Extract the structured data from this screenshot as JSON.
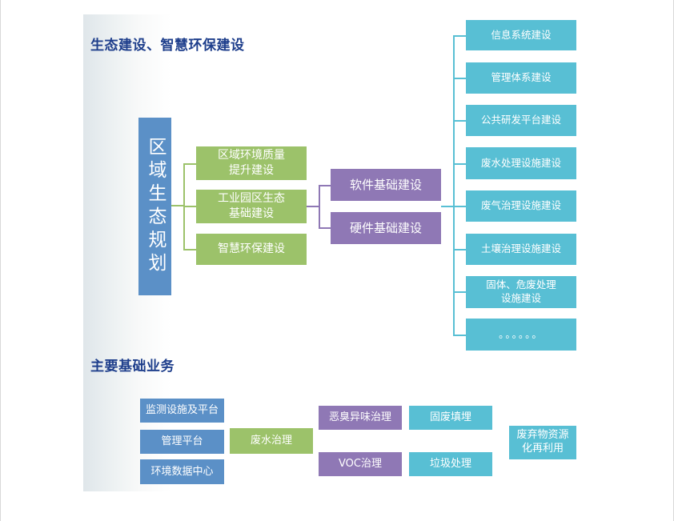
{
  "colors": {
    "title": "#1f3f8c",
    "blue": "#5b90c7",
    "green": "#9cc26a",
    "purple": "#8f78b5",
    "cyan": "#58bfd4"
  },
  "section1": {
    "title": "生态建设、智慧环保建设",
    "core": "区域生态规划",
    "green_items": [
      "区域环境质量\n提升建设",
      "工业园区生态\n基础建设",
      "智慧环保建设"
    ],
    "purple_items": [
      "软件基础建设",
      "硬件基础建设"
    ],
    "cyan_items": [
      "信息系统建设",
      "管理体系建设",
      "公共研发平台建设",
      "废水处理设施建设",
      "废气治理设施建设",
      "土壤治理设施建设",
      "固体、危废处理\n设施建设",
      "。。。。。。"
    ]
  },
  "section2": {
    "title": "主要基础业务",
    "blue_items": [
      "监测设施及平台",
      "管理平台",
      "环境数据中心"
    ],
    "green_item": "废水治理",
    "purple_items": [
      "恶臭异味治理",
      "VOC治理"
    ],
    "cyan_items": [
      "固废填埋",
      "垃圾处理",
      "废弃物资源\n化再利用"
    ]
  }
}
